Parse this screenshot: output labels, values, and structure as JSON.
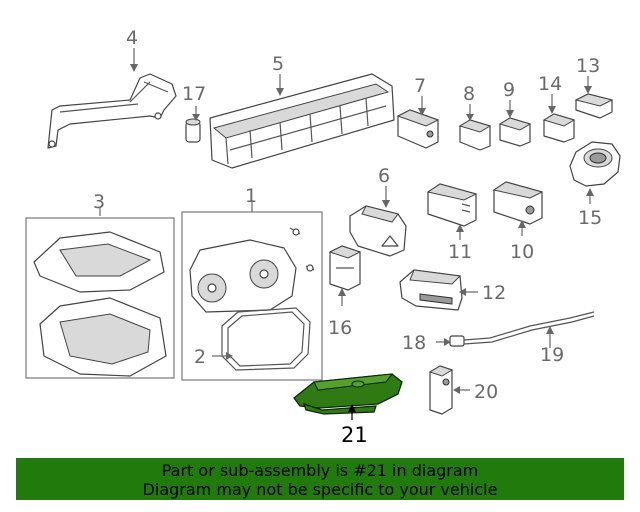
{
  "diagram": {
    "callouts": {
      "c1": "1",
      "c2": "2",
      "c3": "3",
      "c4": "4",
      "c5": "5",
      "c6": "6",
      "c7": "7",
      "c8": "8",
      "c9": "9",
      "c10": "10",
      "c11": "11",
      "c12": "12",
      "c13": "13",
      "c14": "14",
      "c15": "15",
      "c16": "16",
      "c17": "17",
      "c18": "18",
      "c19": "19",
      "c20": "20",
      "c21": "21"
    },
    "highlighted_part": "21",
    "highlight_color": "#2f7a12"
  },
  "banner": {
    "line1": "Part or sub-assembly is #21 in diagram",
    "line2": "Diagram may not be specific to your vehicle",
    "background": "#207A0C"
  }
}
